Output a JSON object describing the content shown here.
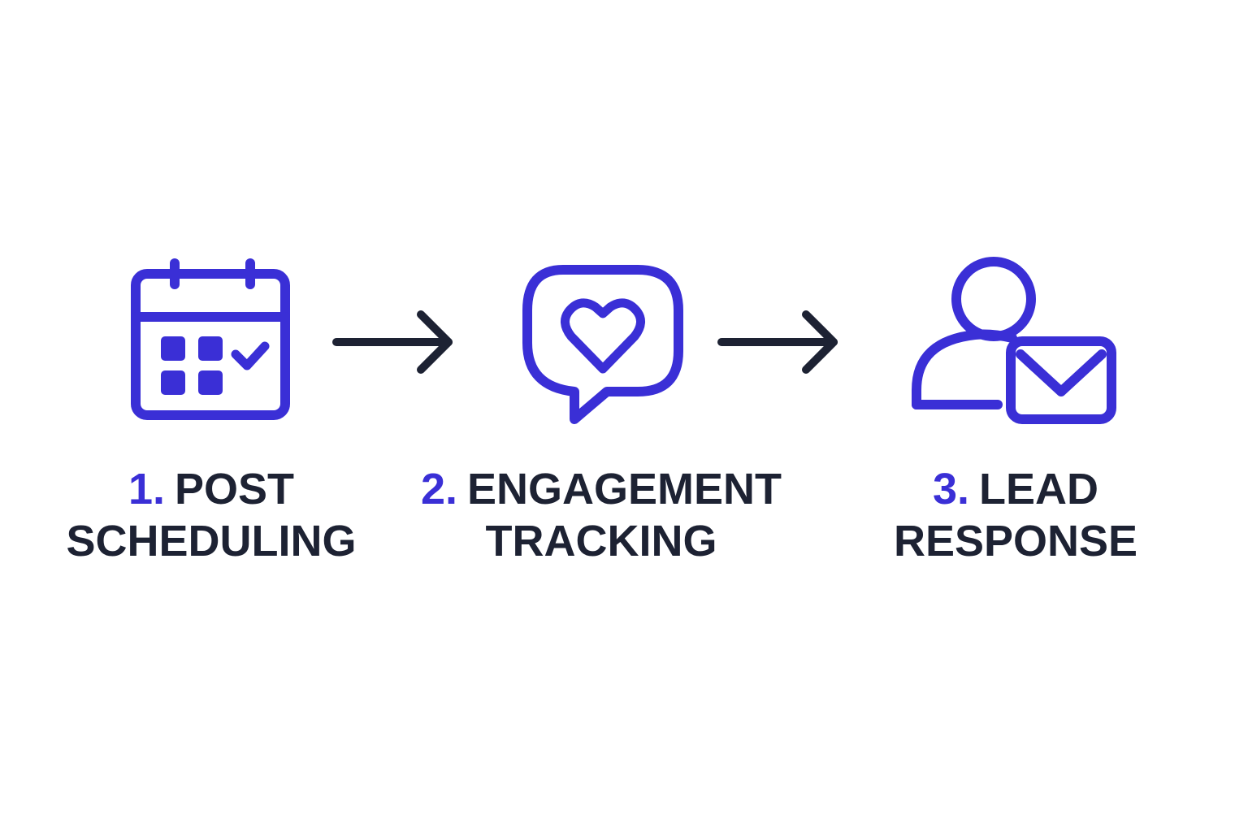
{
  "colors": {
    "accent": "#3a2fd6",
    "text": "#1d2233",
    "arrow": "#1d2233",
    "background": "#ffffff"
  },
  "steps": [
    {
      "number": "1.",
      "line1": "POST",
      "line2": "SCHEDULING",
      "icon": "calendar-check-icon"
    },
    {
      "number": "2.",
      "line1": "ENGAGEMENT",
      "line2": "TRACKING",
      "icon": "chat-heart-icon"
    },
    {
      "number": "3.",
      "line1": "LEAD",
      "line2": "RESPONSE",
      "icon": "user-mail-icon"
    }
  ],
  "connectors": [
    {
      "icon": "arrow-right-icon"
    },
    {
      "icon": "arrow-right-icon"
    }
  ]
}
